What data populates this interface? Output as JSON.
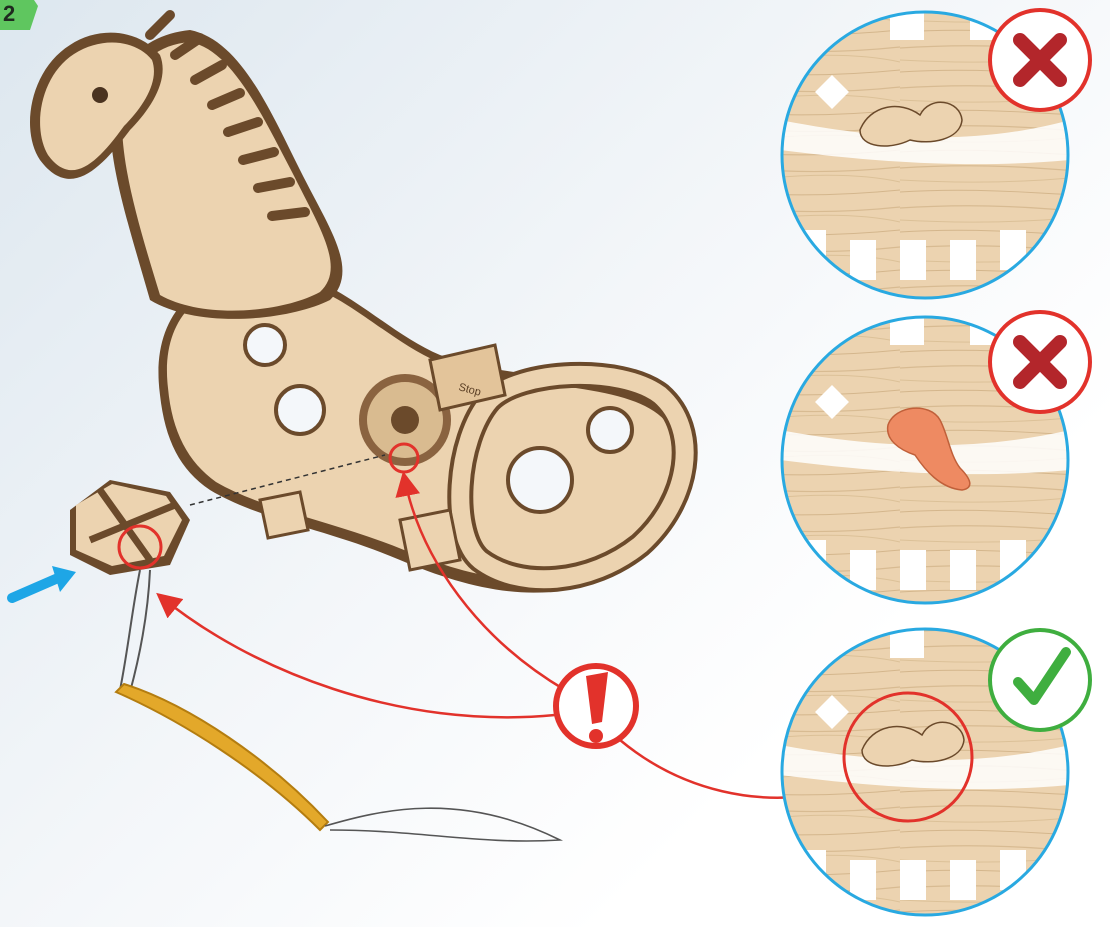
{
  "step": {
    "number": "2"
  },
  "labels": {
    "stop_text": "Stop"
  },
  "colors": {
    "wood_light": "#ecd3b0",
    "wood_dark": "#6b4a2b",
    "highlight_red": "#e2322b",
    "cross_red": "#b3262b",
    "check_green": "#3fae3f",
    "circle_blue": "#29a9e1",
    "arrow_blue": "#1ea6e6",
    "badge_green": "#5fc65f",
    "rubber_band_yellow": "#e3a82a",
    "stopper_orange": "#ee8a62"
  },
  "panels": [
    {
      "status": "incorrect",
      "icon": "cross-icon",
      "stopper": "inside-slot"
    },
    {
      "status": "incorrect",
      "icon": "cross-icon",
      "stopper": "outside-slot"
    },
    {
      "status": "correct",
      "icon": "check-icon",
      "stopper": "inside-slot-highlighted"
    }
  ],
  "callouts": {
    "warning_icon": "exclamation-icon",
    "pointer_icon": "arrow-icon"
  }
}
